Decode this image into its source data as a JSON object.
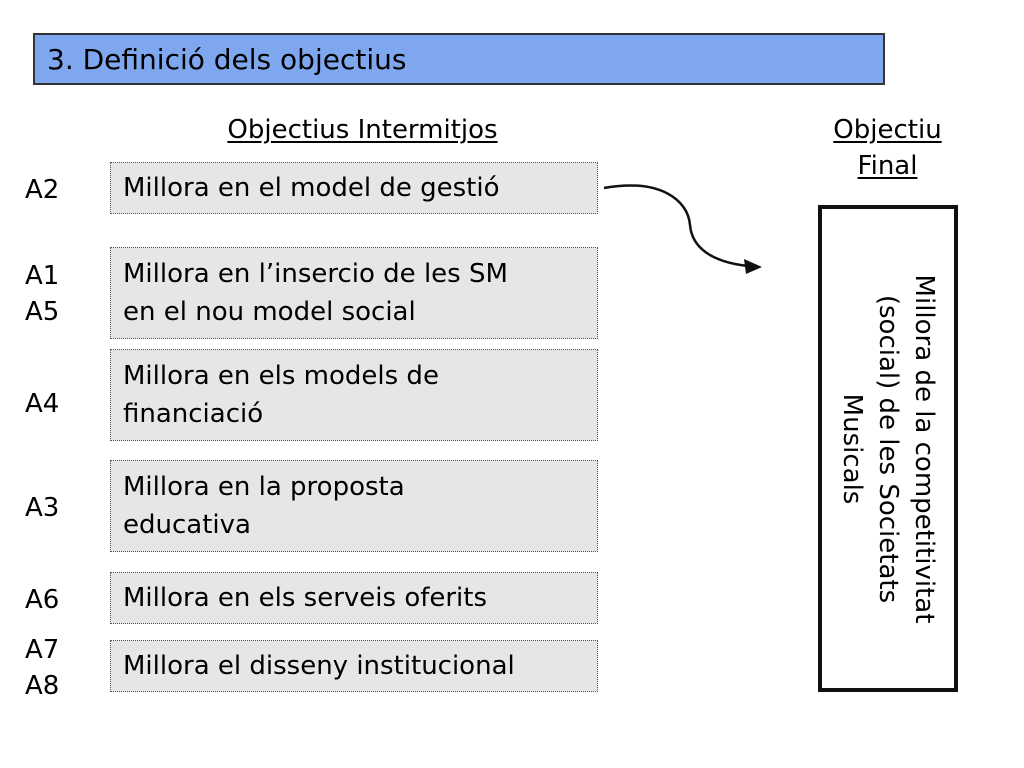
{
  "title": "3. Definició dels objectius",
  "headings": {
    "intermediate": "Objectius Intermitjos",
    "final_line1": "Objectiu",
    "final_line2": "Final"
  },
  "rows": [
    {
      "code_line1": "A2",
      "code_line2": "",
      "text_line1": "Millora en el model de gestió",
      "text_line2": ""
    },
    {
      "code_line1": "A1",
      "code_line2": "A5",
      "text_line1": "Millora en l’insercio de les SM",
      "text_line2": "en el nou model social"
    },
    {
      "code_line1": "A4",
      "code_line2": "",
      "text_line1": "Millora en els models de",
      "text_line2": "financiació"
    },
    {
      "code_line1": "A3",
      "code_line2": "",
      "text_line1": "Millora en la proposta",
      "text_line2": "educativa"
    },
    {
      "code_line1": "A6",
      "code_line2": "",
      "text_line1": "Millora en els serveis oferits",
      "text_line2": ""
    },
    {
      "code_line1": "A7",
      "code_line2": "A8",
      "text_line1": "Millora el disseny institucional",
      "text_line2": ""
    }
  ],
  "final_objective": {
    "line1": "Millora de la competitivitat",
    "line2": "(social) de les Societats",
    "line3": "Musicals"
  },
  "colors": {
    "title_bg": "#7fa7ef",
    "box_bg": "#e6e6e6",
    "arrow": "#111111"
  }
}
